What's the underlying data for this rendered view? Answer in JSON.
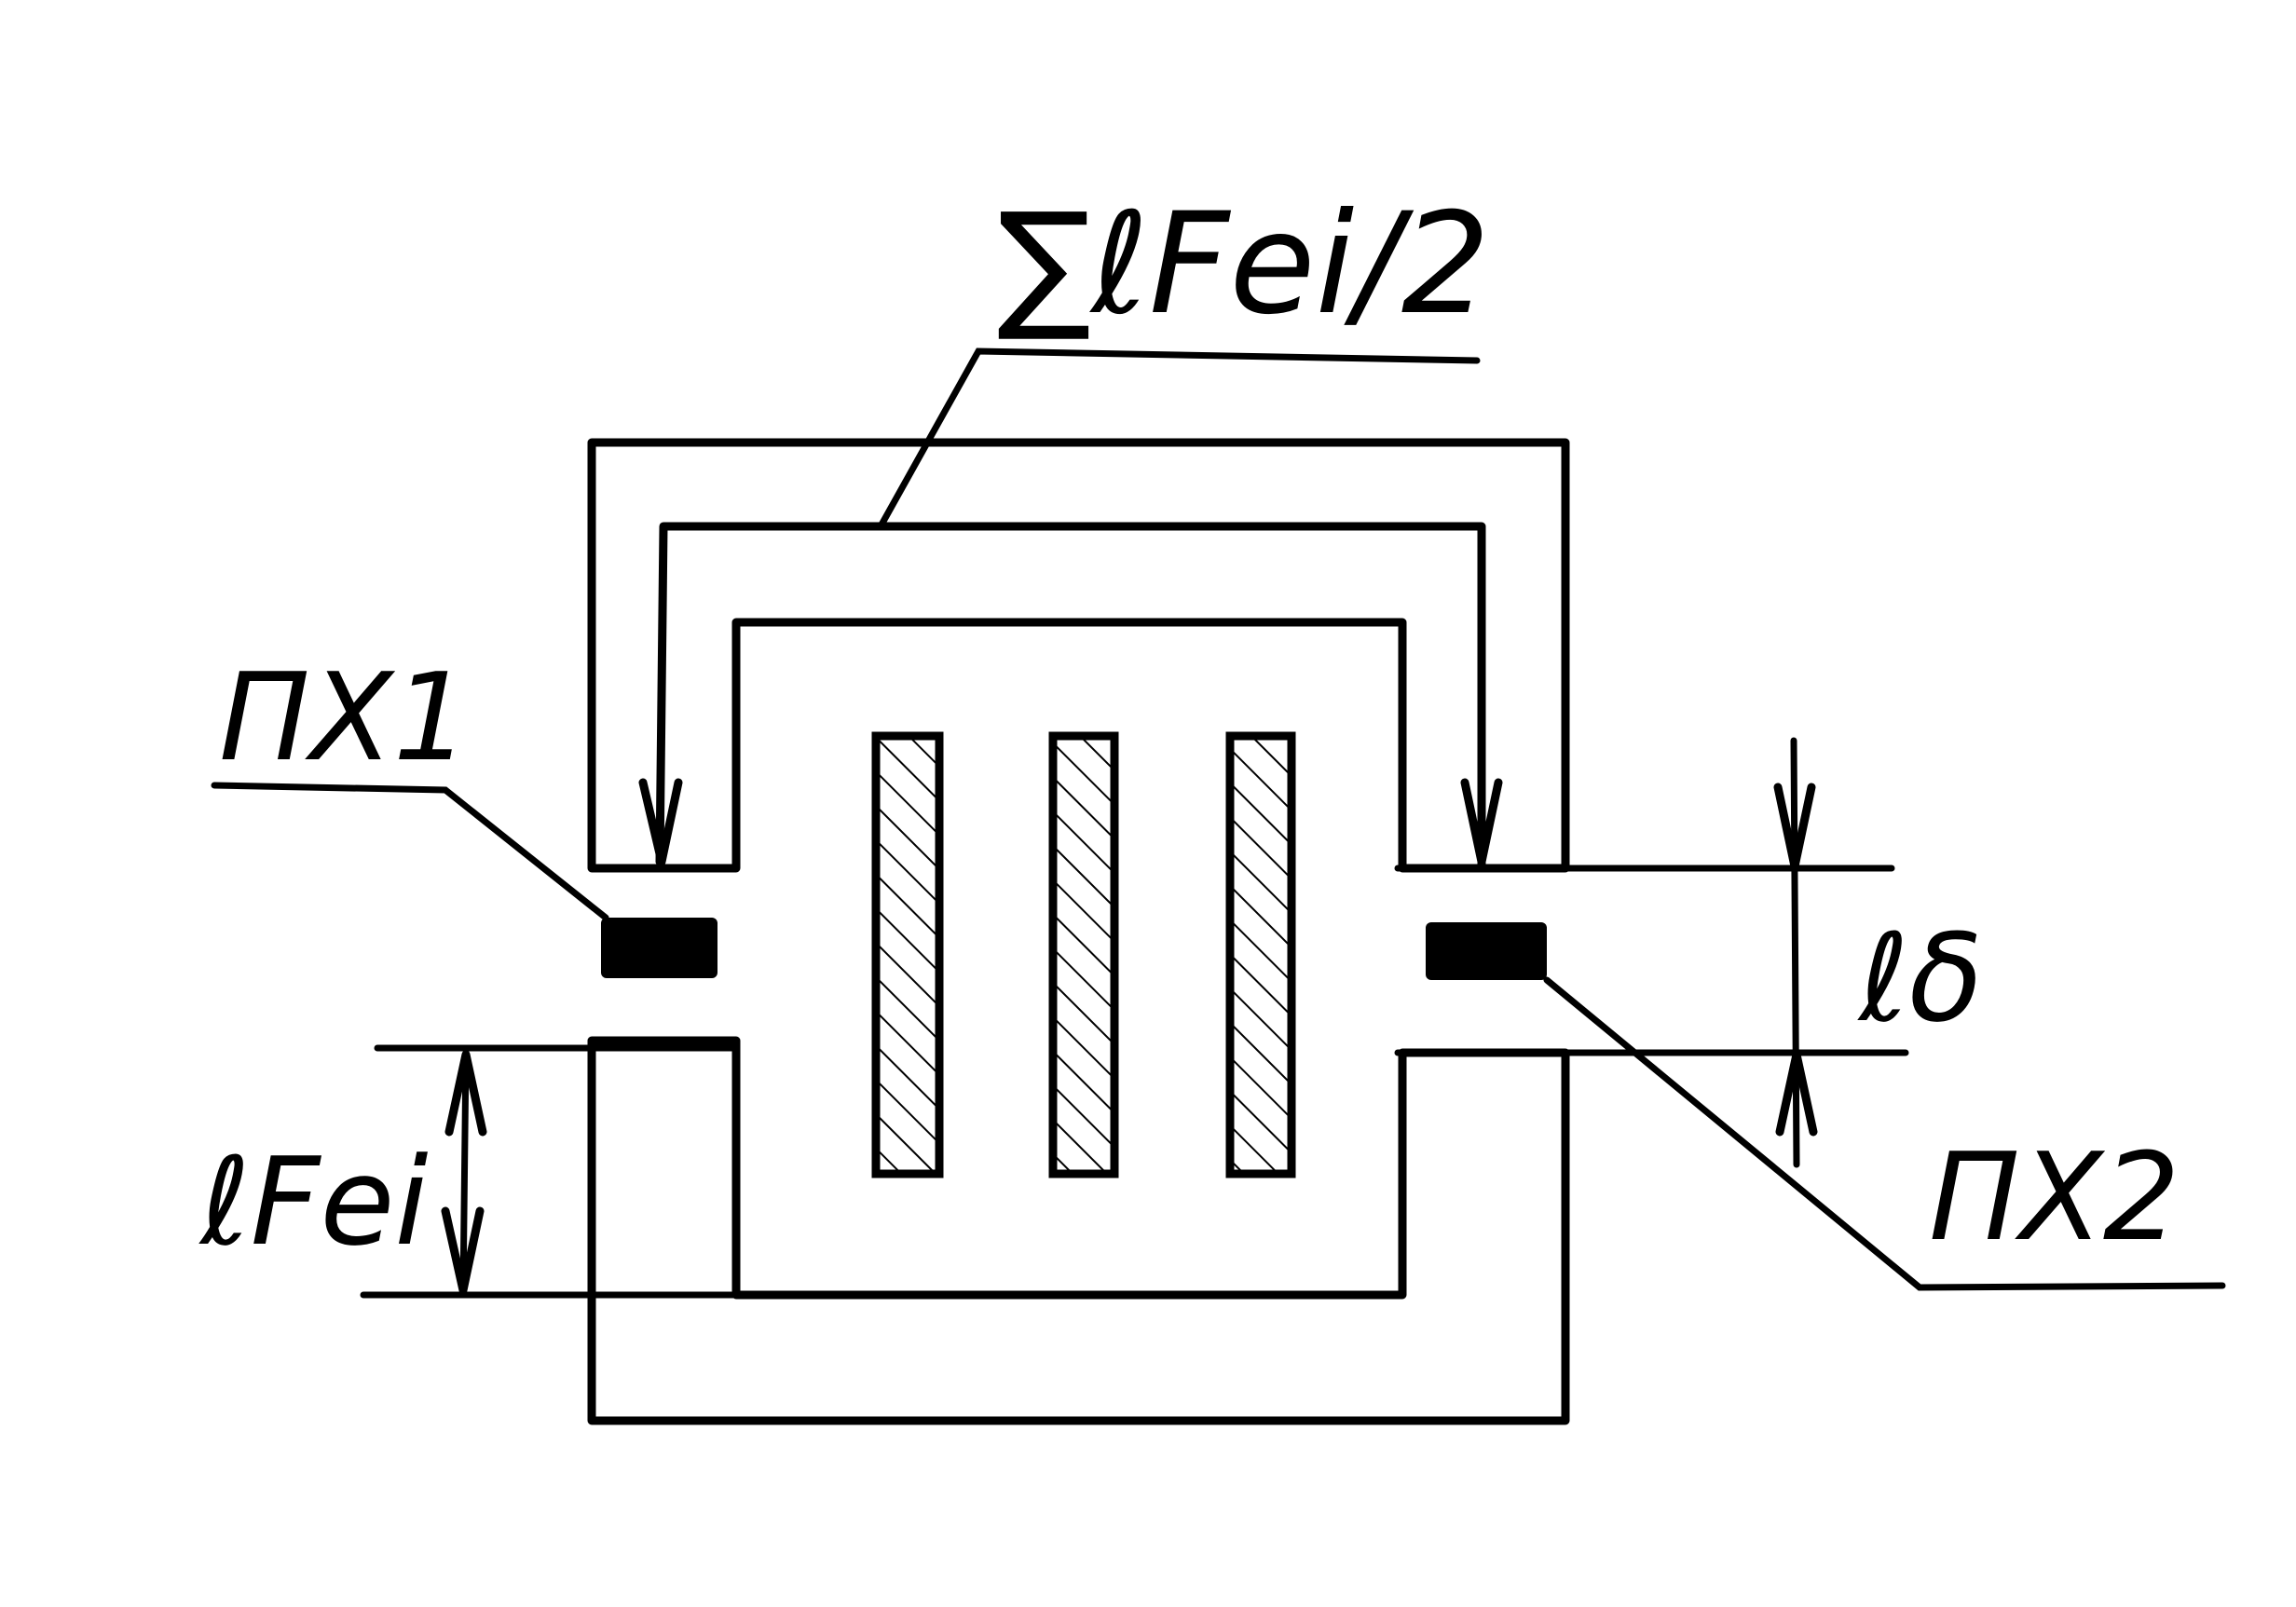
{
  "labels": {
    "sum_length": "∑ℓFei/2",
    "sensor_1": "ПХ1",
    "sensor_2": "ПХ2",
    "gap_length": "ℓδ",
    "core_length": "ℓFei"
  },
  "colors": {
    "ink": "#000000",
    "background": "#ffffff"
  }
}
